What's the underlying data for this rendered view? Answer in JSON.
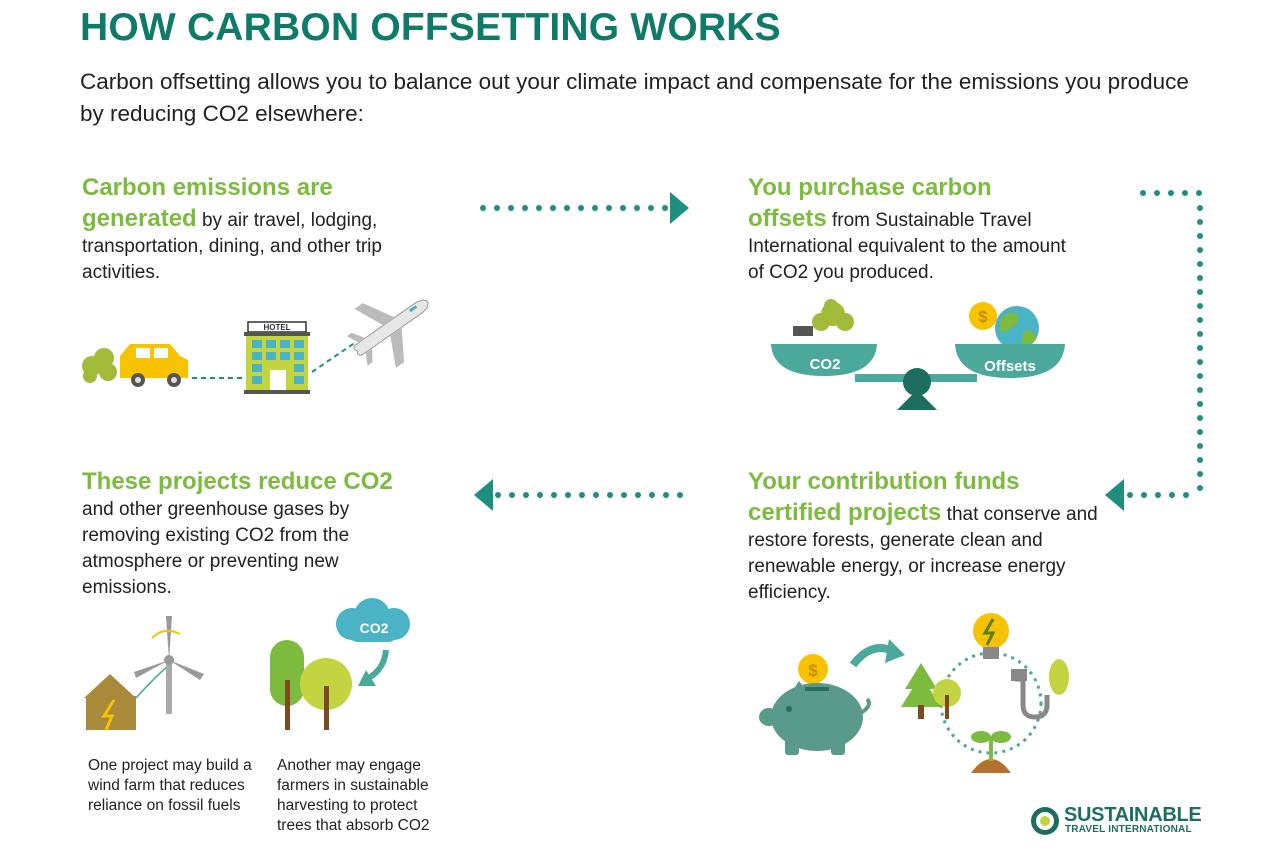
{
  "title": "HOW CARBON OFFSETTING WORKS",
  "intro": "Carbon offsetting allows you to balance out your climate impact and compensate for the emissions you produce by reducing CO2 elsewhere:",
  "steps": [
    {
      "highlight": "Carbon emissions are generated",
      "text": " by air travel, lodging, transportation, dining, and other trip activities."
    },
    {
      "highlight": "You purchase carbon offsets",
      "text": " from Sustainable Travel International equivalent to the amount of CO2 you produced."
    },
    {
      "highlight": "Your contribution funds certified projects",
      "text": " that conserve and restore forests, generate clean and renewable energy, or increase energy efficiency."
    },
    {
      "highlight": "These projects reduce CO2",
      "text": " and other greenhouse gases by removing existing CO2 from the atmosphere or preventing new emissions."
    }
  ],
  "illustrations": {
    "hotel_sign": "HOTEL",
    "scale_left": "CO2",
    "scale_right": "Offsets",
    "coin_symbol": "$",
    "cloud_label": "CO2"
  },
  "captions": [
    "One project may build a wind farm that reduces reliance on fossil fuels",
    "Another may engage farmers in sustainable harvesting to protect trees that absorb CO2"
  ],
  "logo": {
    "main": "SUSTAINABLE",
    "sub": "TRAVEL INTERNATIONAL"
  },
  "colors": {
    "title": "#0f7a68",
    "highlight": "#7cbb3e",
    "teal": "#4aa99a",
    "dark_teal": "#1e6e60",
    "yellow": "#f7c300",
    "olive": "#a3b938"
  }
}
